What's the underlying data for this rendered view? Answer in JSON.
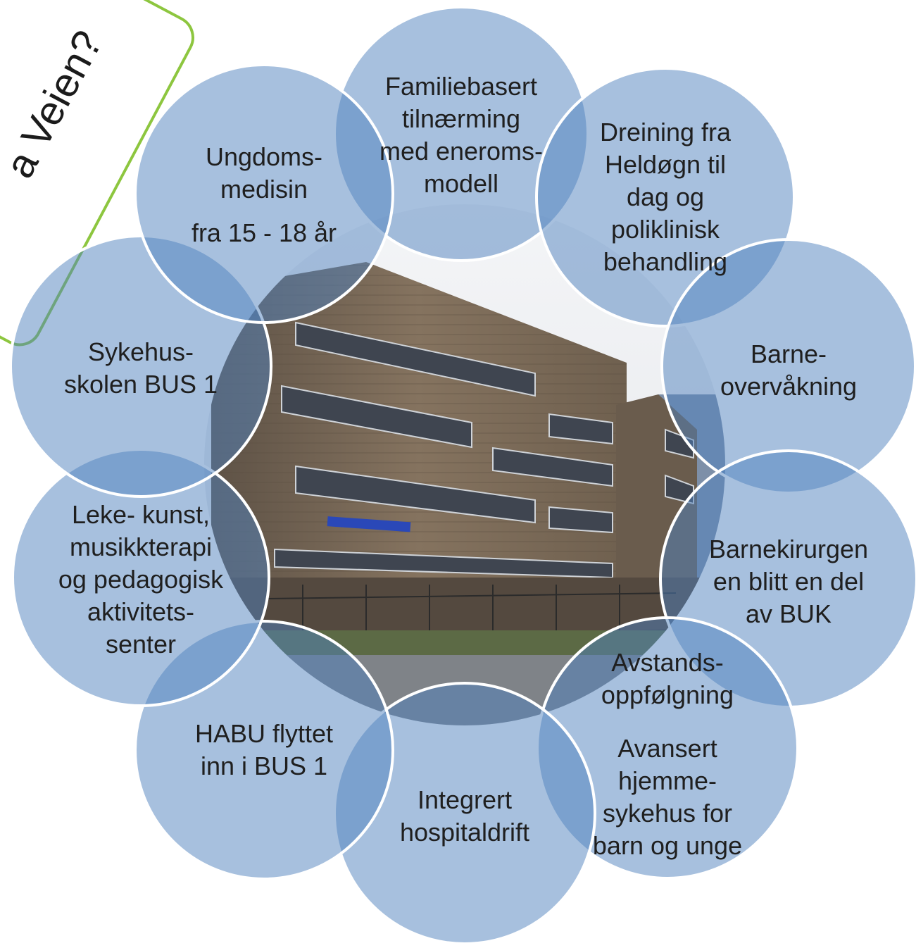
{
  "callout": {
    "text": "a Veien?"
  },
  "colors": {
    "bubble_fill": "#4f81bd",
    "bubble_stroke": "#ffffff",
    "callout_border": "#8dc63f",
    "facade": "#7a6a58",
    "sky": "#eef0f3"
  },
  "circles": [
    {
      "id": "familiebasert",
      "text": "Familiebasert\ntilnærming\nmed eneroms-\nmodell"
    },
    {
      "id": "dreining",
      "text": "Dreining fra\nHeldøgn til\ndag og\npoliklinisk\nbehandling"
    },
    {
      "id": "barneovervakning",
      "text": "Barne-\novervåkning"
    },
    {
      "id": "barnekirurgen",
      "text": "Barnekirurgen\nen blitt en del\nav BUK"
    },
    {
      "id": "avstand",
      "text": "Avstands-\noppfølgning",
      "sub": "Avansert\nhjemme-\nsykehus for\nbarn og unge"
    },
    {
      "id": "integrert",
      "text": "Integrert\nhospitaldrift"
    },
    {
      "id": "habu",
      "text": "HABU flyttet\ninn i BUS 1"
    },
    {
      "id": "leke",
      "text": "Leke- kunst,\nmusikkterapi\nog pedagogisk\naktivitets-\nsenter"
    },
    {
      "id": "sykehusskolen",
      "text": "Sykehus-\nskolen BUS 1"
    },
    {
      "id": "ungdomsmedisin",
      "text": "Ungdoms-\nmedisin",
      "sub": "fra 15 - 18 år"
    }
  ],
  "photo": {
    "subject": "hospital-building",
    "sign_text": ""
  }
}
